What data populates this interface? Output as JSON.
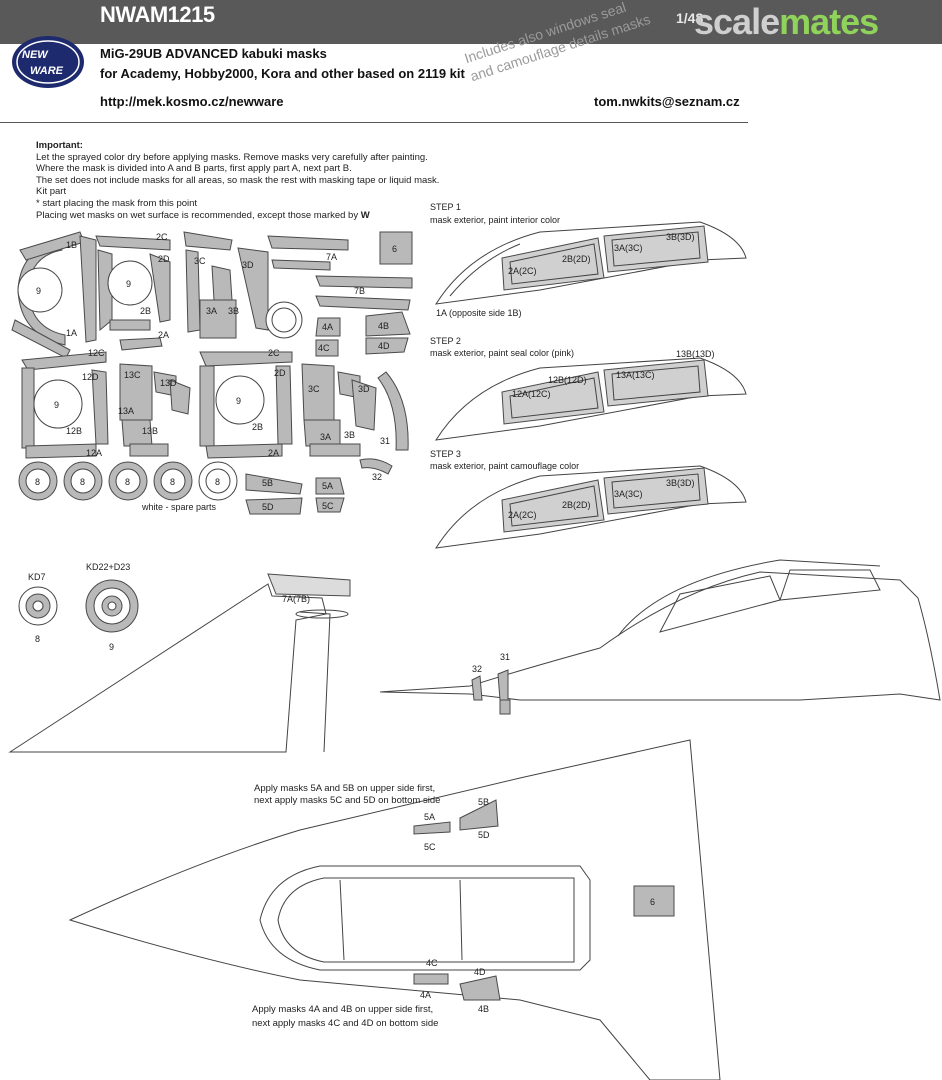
{
  "header": {
    "code": "NWAM1215",
    "scale": "1/48",
    "brand_part1": "scale",
    "brand_part2": "mates",
    "title": "MiG-29UB ADVANCED kabuki masks",
    "subtitle": "for Academy, Hobby2000, Kora and other based on 2119 kit",
    "website": "http://mek.kosmo.cz/newware",
    "email": "tom.nwkits@seznam.cz",
    "logo_line1": "NEW",
    "logo_line2": "WARE",
    "stamp_line1": "Includes also windows seal",
    "stamp_line2": "and camouflage details masks"
  },
  "notes": {
    "title": "Important:",
    "lines": [
      "Let the sprayed color dry before applying masks. Remove masks very carefully after painting.",
      "Where the mask is divided into A and B parts, first apply part A, next part B.",
      "The set does not include masks for all areas, so mask the rest with masking tape or liquid mask.",
      "Kit part",
      "* start placing the mask from this point",
      "Placing wet masks on wet surface is recommended, except those marked by"
    ]
  },
  "steps": [
    {
      "title": "STEP 1",
      "text": "mask exterior, paint interior color",
      "labels": [
        "3B(3D)",
        "3A(3C)",
        "2B(2D)",
        "2A(2C)"
      ],
      "note": "1A (opposite side 1B)"
    },
    {
      "title": "STEP 2",
      "text": "mask exterior, paint seal color (pink)",
      "labels": [
        "13B(13D)",
        "13A(13C)",
        "12B(12D)",
        "12A(12C)"
      ]
    },
    {
      "title": "STEP 3",
      "text": "mask exterior, paint camouflage color",
      "labels": [
        "3B(3D)",
        "3A(3C)",
        "2B(2D)",
        "2A(2C)"
      ]
    }
  ],
  "sheet_labels": {
    "upper": [
      "1B",
      "2C",
      "2D",
      "9",
      "2B",
      "1A",
      "2A",
      "3C",
      "3D",
      "3A",
      "3B",
      "9",
      "7A",
      "7B",
      "6",
      "4A",
      "4B",
      "4C",
      "4D"
    ],
    "middle": [
      "12C",
      "12D",
      "9",
      "12B",
      "12A",
      "13C",
      "13D",
      "13A",
      "13B",
      "2C",
      "2D",
      "9",
      "2B",
      "2A",
      "3C",
      "3D",
      "3A",
      "3B",
      "31",
      "32"
    ],
    "wheels": [
      "8",
      "8",
      "8",
      "8",
      "8"
    ],
    "small": [
      "5B",
      "5A",
      "5D",
      "5C"
    ],
    "spare_caption": "white - spare parts"
  },
  "wheel_masks": [
    {
      "code": "KD7",
      "number": "8"
    },
    {
      "code": "KD22+D23",
      "number": "9"
    }
  ],
  "fin_label": "7A(7B)",
  "fuselage_labels": [
    "32",
    "31"
  ],
  "plan_view": {
    "upper_instruction_1": "Apply masks 5A and 5B on upper side first,",
    "upper_instruction_2": "next apply masks 5C and 5D on bottom side",
    "lower_instruction_1": "Apply masks 4A and 4B on upper side first,",
    "lower_instruction_2": "next apply masks 4C and 4D on bottom side",
    "labels_upper": [
      "5A",
      "5B",
      "5C",
      "5D"
    ],
    "labels_lower": [
      "4C",
      "4D",
      "4A",
      "4B"
    ],
    "label_6": "6"
  },
  "colors": {
    "mask_fill": "#b9b9b9",
    "brand_green": "#8fd35a",
    "topbar": "#595959"
  }
}
